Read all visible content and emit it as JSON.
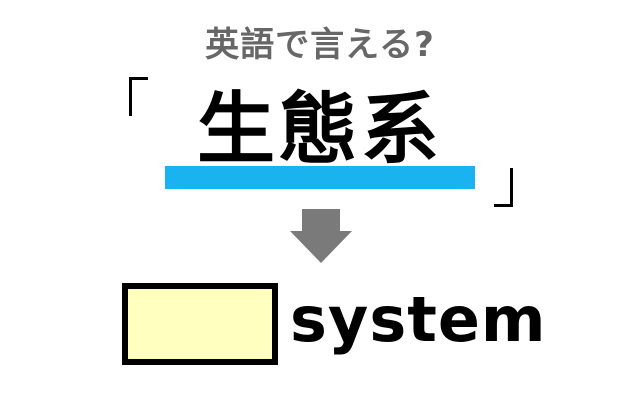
{
  "quiz": {
    "question": "英語で言える?",
    "open_bracket": "「",
    "close_bracket": "」",
    "word": "生態系",
    "arrow_icon": "down-arrow-icon",
    "answer_blank": "",
    "answer_suffix": "system"
  },
  "colors": {
    "question_text": "#676767",
    "word_text": "#000000",
    "highlight": "#19b4f0",
    "arrow": "#7a7a7a",
    "answer_box_fill": "#ffffc0",
    "answer_box_border": "#000000"
  }
}
